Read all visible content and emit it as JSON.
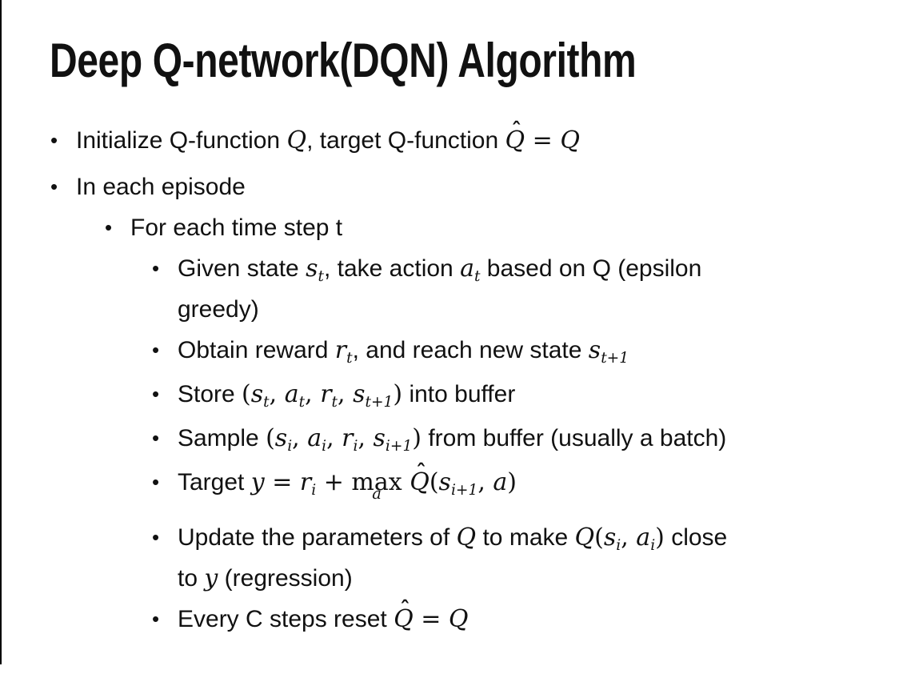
{
  "colors": {
    "text": "#111111",
    "background": "#ffffff",
    "border": "#000000"
  },
  "slide": {
    "title": "Deep Q-network(DQN) Algorithm",
    "bullet_char": "•",
    "hat_char": "ˆ",
    "bullets": [
      {
        "level": 1,
        "segments": [
          {
            "type": "t",
            "v": "Initialize Q-function "
          },
          {
            "type": "m",
            "v": "Q"
          },
          {
            "type": "t",
            "v": ", target Q-function "
          },
          {
            "type": "h",
            "v": "Q",
            "hat": "ˆ"
          },
          {
            "type": "u",
            "v": " = "
          },
          {
            "type": "m",
            "v": "Q"
          }
        ]
      },
      {
        "level": 1,
        "segments": [
          {
            "type": "t",
            "v": "In each episode"
          }
        ]
      },
      {
        "level": 2,
        "segments": [
          {
            "type": "t",
            "v": "For each time step t"
          }
        ]
      },
      {
        "level": 3,
        "segments": [
          {
            "type": "t",
            "v": "Given state "
          },
          {
            "type": "m",
            "v": "s"
          },
          {
            "type": "s",
            "v": "t"
          },
          {
            "type": "t",
            "v": ", take action "
          },
          {
            "type": "m",
            "v": "a"
          },
          {
            "type": "s",
            "v": "t"
          },
          {
            "type": "t",
            "v": " based on Q (epsilon"
          },
          {
            "type": "br"
          },
          {
            "type": "t",
            "v": "greedy)"
          }
        ]
      },
      {
        "level": 3,
        "segments": [
          {
            "type": "t",
            "v": "Obtain reward "
          },
          {
            "type": "m",
            "v": "r"
          },
          {
            "type": "s",
            "v": "t"
          },
          {
            "type": "t",
            "v": ", and reach new state "
          },
          {
            "type": "m",
            "v": "s"
          },
          {
            "type": "s",
            "v": "t+1"
          }
        ]
      },
      {
        "level": 3,
        "segments": [
          {
            "type": "t",
            "v": "Store "
          },
          {
            "type": "u",
            "v": "("
          },
          {
            "type": "m",
            "v": "s"
          },
          {
            "type": "s",
            "v": "t"
          },
          {
            "type": "u",
            "v": ", "
          },
          {
            "type": "m",
            "v": "a"
          },
          {
            "type": "s",
            "v": "t"
          },
          {
            "type": "u",
            "v": ", "
          },
          {
            "type": "m",
            "v": "r"
          },
          {
            "type": "s",
            "v": "t"
          },
          {
            "type": "u",
            "v": ", "
          },
          {
            "type": "m",
            "v": "s"
          },
          {
            "type": "s",
            "v": "t+1"
          },
          {
            "type": "u",
            "v": ")"
          },
          {
            "type": "t",
            "v": " into buffer"
          }
        ]
      },
      {
        "level": 3,
        "segments": [
          {
            "type": "t",
            "v": "Sample "
          },
          {
            "type": "u",
            "v": "("
          },
          {
            "type": "m",
            "v": "s"
          },
          {
            "type": "s",
            "v": "i"
          },
          {
            "type": "u",
            "v": ", "
          },
          {
            "type": "m",
            "v": "a"
          },
          {
            "type": "s",
            "v": "i"
          },
          {
            "type": "u",
            "v": ", "
          },
          {
            "type": "m",
            "v": "r"
          },
          {
            "type": "s",
            "v": "i"
          },
          {
            "type": "u",
            "v": ", "
          },
          {
            "type": "m",
            "v": "s"
          },
          {
            "type": "s",
            "v": "i+1"
          },
          {
            "type": "u",
            "v": ")"
          },
          {
            "type": "t",
            "v": " from buffer (usually a batch)"
          }
        ]
      },
      {
        "level": 3,
        "segments": [
          {
            "type": "t",
            "v": "Target "
          },
          {
            "type": "m",
            "v": "y"
          },
          {
            "type": "u",
            "v": " = "
          },
          {
            "type": "m",
            "v": "r"
          },
          {
            "type": "s",
            "v": "i"
          },
          {
            "type": "u",
            "v": " + "
          },
          {
            "type": "x",
            "v": "max",
            "under": "a"
          },
          {
            "type": "u",
            "v": " "
          },
          {
            "type": "h",
            "v": "Q",
            "hat": "ˆ"
          },
          {
            "type": "u",
            "v": "("
          },
          {
            "type": "m",
            "v": "s"
          },
          {
            "type": "s",
            "v": "i+1"
          },
          {
            "type": "u",
            "v": ", "
          },
          {
            "type": "m",
            "v": "a"
          },
          {
            "type": "u",
            "v": ")"
          }
        ]
      },
      {
        "level": 3,
        "segments": [
          {
            "type": "t",
            "v": "Update the parameters of "
          },
          {
            "type": "m",
            "v": "Q"
          },
          {
            "type": "t",
            "v": " to make "
          },
          {
            "type": "m",
            "v": "Q"
          },
          {
            "type": "u",
            "v": "("
          },
          {
            "type": "m",
            "v": "s"
          },
          {
            "type": "s",
            "v": "i"
          },
          {
            "type": "u",
            "v": ", "
          },
          {
            "type": "m",
            "v": "a"
          },
          {
            "type": "s",
            "v": "i"
          },
          {
            "type": "u",
            "v": ")"
          },
          {
            "type": "t",
            "v": " close"
          },
          {
            "type": "br"
          },
          {
            "type": "t",
            "v": "to "
          },
          {
            "type": "m",
            "v": "y"
          },
          {
            "type": "t",
            "v": " (regression)"
          }
        ]
      },
      {
        "level": 3,
        "segments": [
          {
            "type": "t",
            "v": "Every C steps reset "
          },
          {
            "type": "h",
            "v": "Q",
            "hat": "ˆ"
          },
          {
            "type": "u",
            "v": " = "
          },
          {
            "type": "m",
            "v": "Q"
          }
        ]
      }
    ]
  }
}
